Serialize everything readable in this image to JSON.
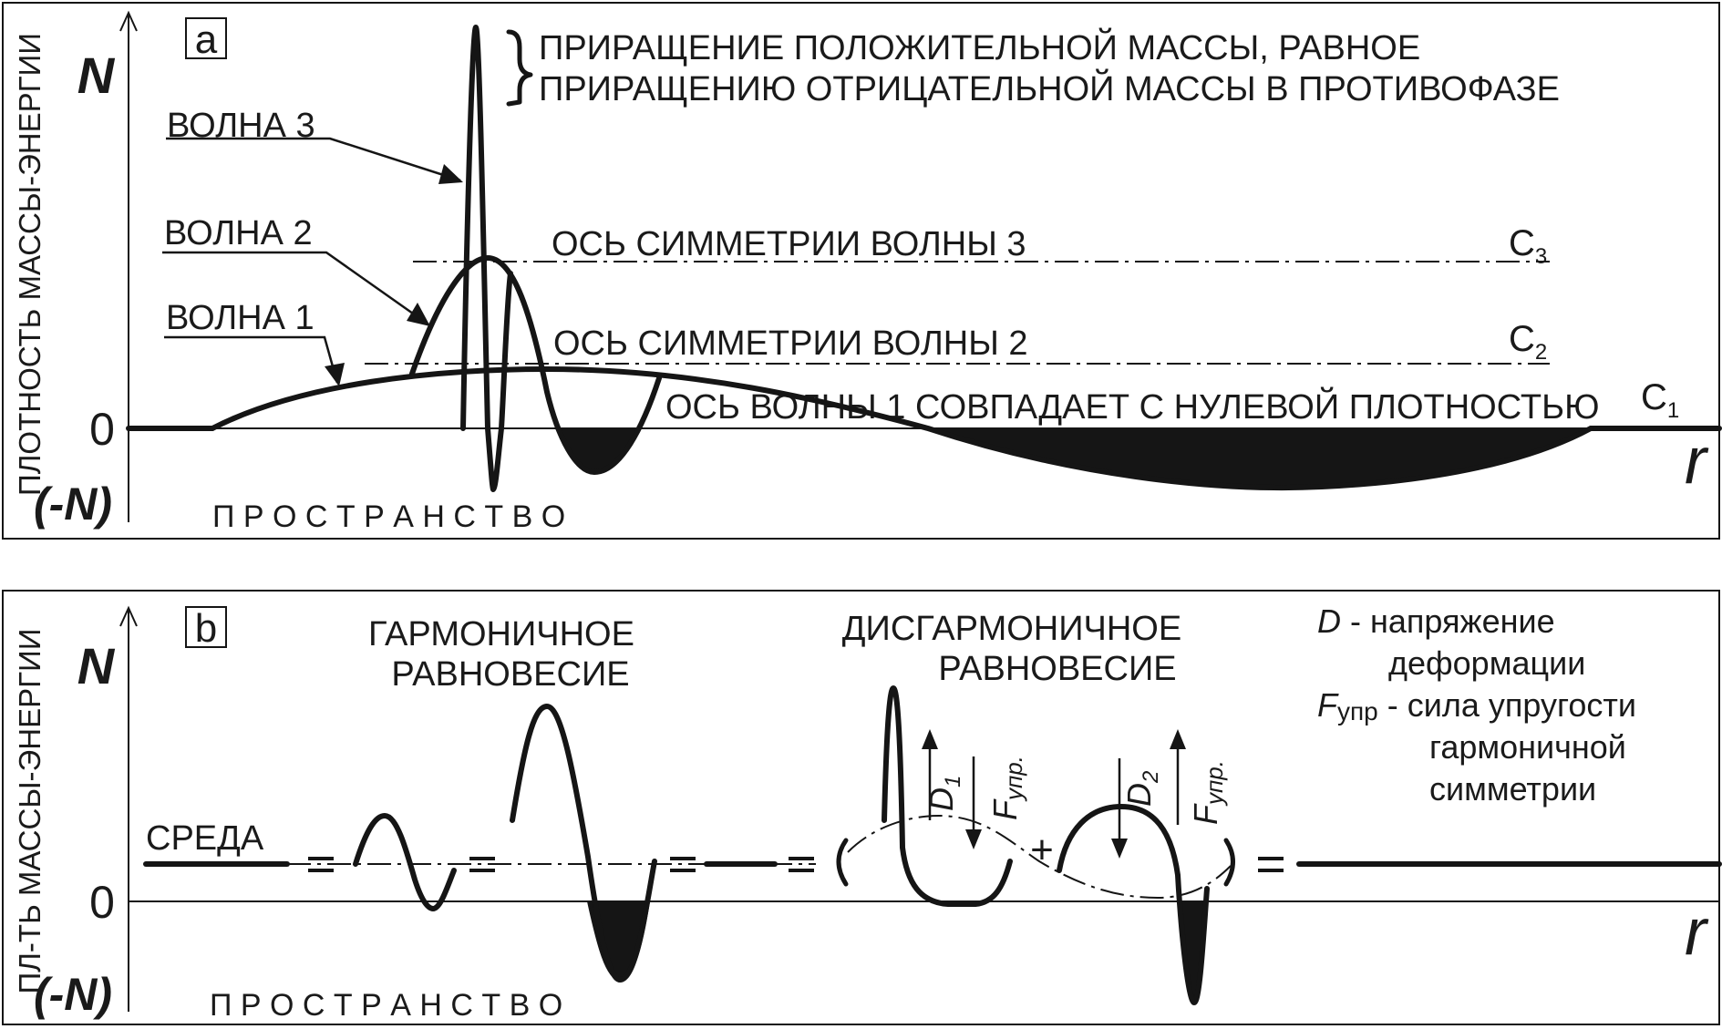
{
  "panel_a": {
    "tag": "a",
    "y_axis_title": "ПЛОТНОСТЬ МАССЫ-ЭНЕРГИИ",
    "y_pos_label": "N",
    "y_zero_label": "0",
    "y_neg_label": "(-N)",
    "x_axis_label": "r",
    "space_label": "П Р О С Т Р А Н С Т В О",
    "note_line1": "ПРИРАЩЕНИЕ ПОЛОЖИТЕЛЬНОЙ МАССЫ, РАВНОЕ",
    "note_line2": "ПРИРАЩЕНИЮ ОТРИЦАТЕЛЬНОЙ МАССЫ В ПРОТИВОФАЗЕ",
    "wave3_label": "ВОЛНА 3",
    "wave2_label": "ВОЛНА 2",
    "wave1_label": "ВОЛНА 1",
    "axis3_label": "ОСЬ СИММЕТРИИ ВОЛНЫ 3",
    "axis2_label": "ОСЬ СИММЕТРИИ ВОЛНЫ 2",
    "axis1_label": "ОСЬ ВОЛНЫ 1 СОВПАДАЕТ С НУЛЕВОЙ ПЛОТНОСТЬЮ",
    "c3": "C",
    "c3_sub": "3",
    "c2": "C",
    "c2_sub": "2",
    "c1": "C",
    "c1_sub": "1"
  },
  "panel_b": {
    "tag": "b",
    "y_axis_title": "ПЛ-ТЬ МАССЫ-ЭНЕРГИИ",
    "y_pos_label": "N",
    "y_zero_label": "0",
    "y_neg_label": "(-N)",
    "x_axis_label": "r",
    "space_label": "П Р О С Т Р А Н С Т В О",
    "medium_label": "СРЕДА",
    "harmonic_line1": "ГАРМОНИЧНОЕ",
    "harmonic_line2": "РАВНОВЕСИЕ",
    "disharmonic_line1": "ДИСГАРМОНИЧНОЕ",
    "disharmonic_line2": "РАВНОВЕСИЕ",
    "d1": "D",
    "d1_sub": "1",
    "d2": "D",
    "d2_sub": "2",
    "f_el": "F",
    "f_el_sub": "упр.",
    "f_el2": "F",
    "f_el2_sub": "упр.",
    "plus_sign": "+",
    "legend_d_sym": "D",
    "legend_d_text": " - напряжение",
    "legend_d_text2": "деформации",
    "legend_f_sym": "F",
    "legend_f_sub": "упр",
    "legend_f_text": " - сила упругости",
    "legend_f_text2": "гармоничной",
    "legend_f_text3": "симметрии"
  }
}
